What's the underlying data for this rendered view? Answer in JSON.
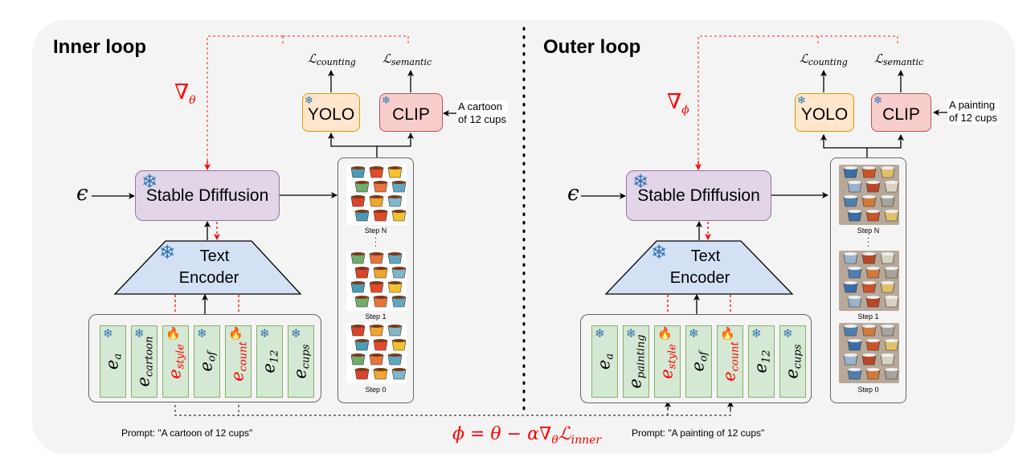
{
  "colors": {
    "card_bg": "#f4f4f4",
    "gradient_red": "#ff0000",
    "snowflake_blue": "#2e75b6",
    "stable_diffusion_fill": "#e1d5e7",
    "yolo_fill": "#ffe6cc",
    "clip_fill": "#f8cecc",
    "text_encoder_fill": "#d4e1f5",
    "token_fill": "#d5e8d4"
  },
  "icons": {
    "frozen": "❄",
    "trainable": "🔥"
  },
  "inner": {
    "title": "Inner loop",
    "gradient_symbol": "∇",
    "gradient_sub": "θ",
    "noise": "ϵ",
    "stable_diffusion": "Stable Dfiffusion",
    "text_encoder_line1": "Text",
    "text_encoder_line2": "Encoder",
    "yolo": "YOLO",
    "clip": "CLIP",
    "clip_input_line1": "A cartoon",
    "clip_input_line2": "of 12 cups",
    "loss_counting": {
      "base": "ℒ",
      "sub": "counting"
    },
    "loss_semantic": {
      "base": "ℒ",
      "sub": "semantic"
    },
    "tokens": [
      {
        "base": "e",
        "sub": "a",
        "state": "frozen"
      },
      {
        "base": "e",
        "sub": "cartoon",
        "state": "frozen"
      },
      {
        "base": "e",
        "sub": "style",
        "state": "trainable"
      },
      {
        "base": "e",
        "sub": "of",
        "state": "frozen"
      },
      {
        "base": "e",
        "sub": "count",
        "state": "trainable"
      },
      {
        "base": "e",
        "sub": "12",
        "state": "frozen"
      },
      {
        "base": "e",
        "sub": "cups",
        "state": "frozen"
      }
    ],
    "steps": [
      "Step N",
      "Step 1",
      "Step 0"
    ],
    "image_style": "cartoon",
    "prompt": "Prompt: \"A cartoon of 12 cups\""
  },
  "outer": {
    "title": "Outer loop",
    "gradient_symbol": "∇",
    "gradient_sub": "ϕ",
    "noise": "ϵ",
    "stable_diffusion": "Stable Dfiffusion",
    "text_encoder_line1": "Text",
    "text_encoder_line2": "Encoder",
    "yolo": "YOLO",
    "clip": "CLIP",
    "clip_input_line1": "A painting",
    "clip_input_line2": "of 12 cups",
    "loss_counting": {
      "base": "ℒ",
      "sub": "counting"
    },
    "loss_semantic": {
      "base": "ℒ",
      "sub": "semantic"
    },
    "tokens": [
      {
        "base": "e",
        "sub": "a",
        "state": "frozen"
      },
      {
        "base": "e",
        "sub": "painting",
        "state": "frozen"
      },
      {
        "base": "e",
        "sub": "style",
        "state": "trainable"
      },
      {
        "base": "e",
        "sub": "of",
        "state": "frozen"
      },
      {
        "base": "e",
        "sub": "count",
        "state": "trainable"
      },
      {
        "base": "e",
        "sub": "12",
        "state": "frozen"
      },
      {
        "base": "e",
        "sub": "cups",
        "state": "frozen"
      }
    ],
    "steps": [
      "Step N",
      "Step 1",
      "Step 0"
    ],
    "image_style": "painting",
    "prompt": "Prompt: \"A painting of 12 cups\""
  },
  "update_rule": {
    "lhs": "ϕ = θ − α∇",
    "grad_sub": "θ",
    "loss": "ℒ",
    "loss_sub": "inner"
  }
}
